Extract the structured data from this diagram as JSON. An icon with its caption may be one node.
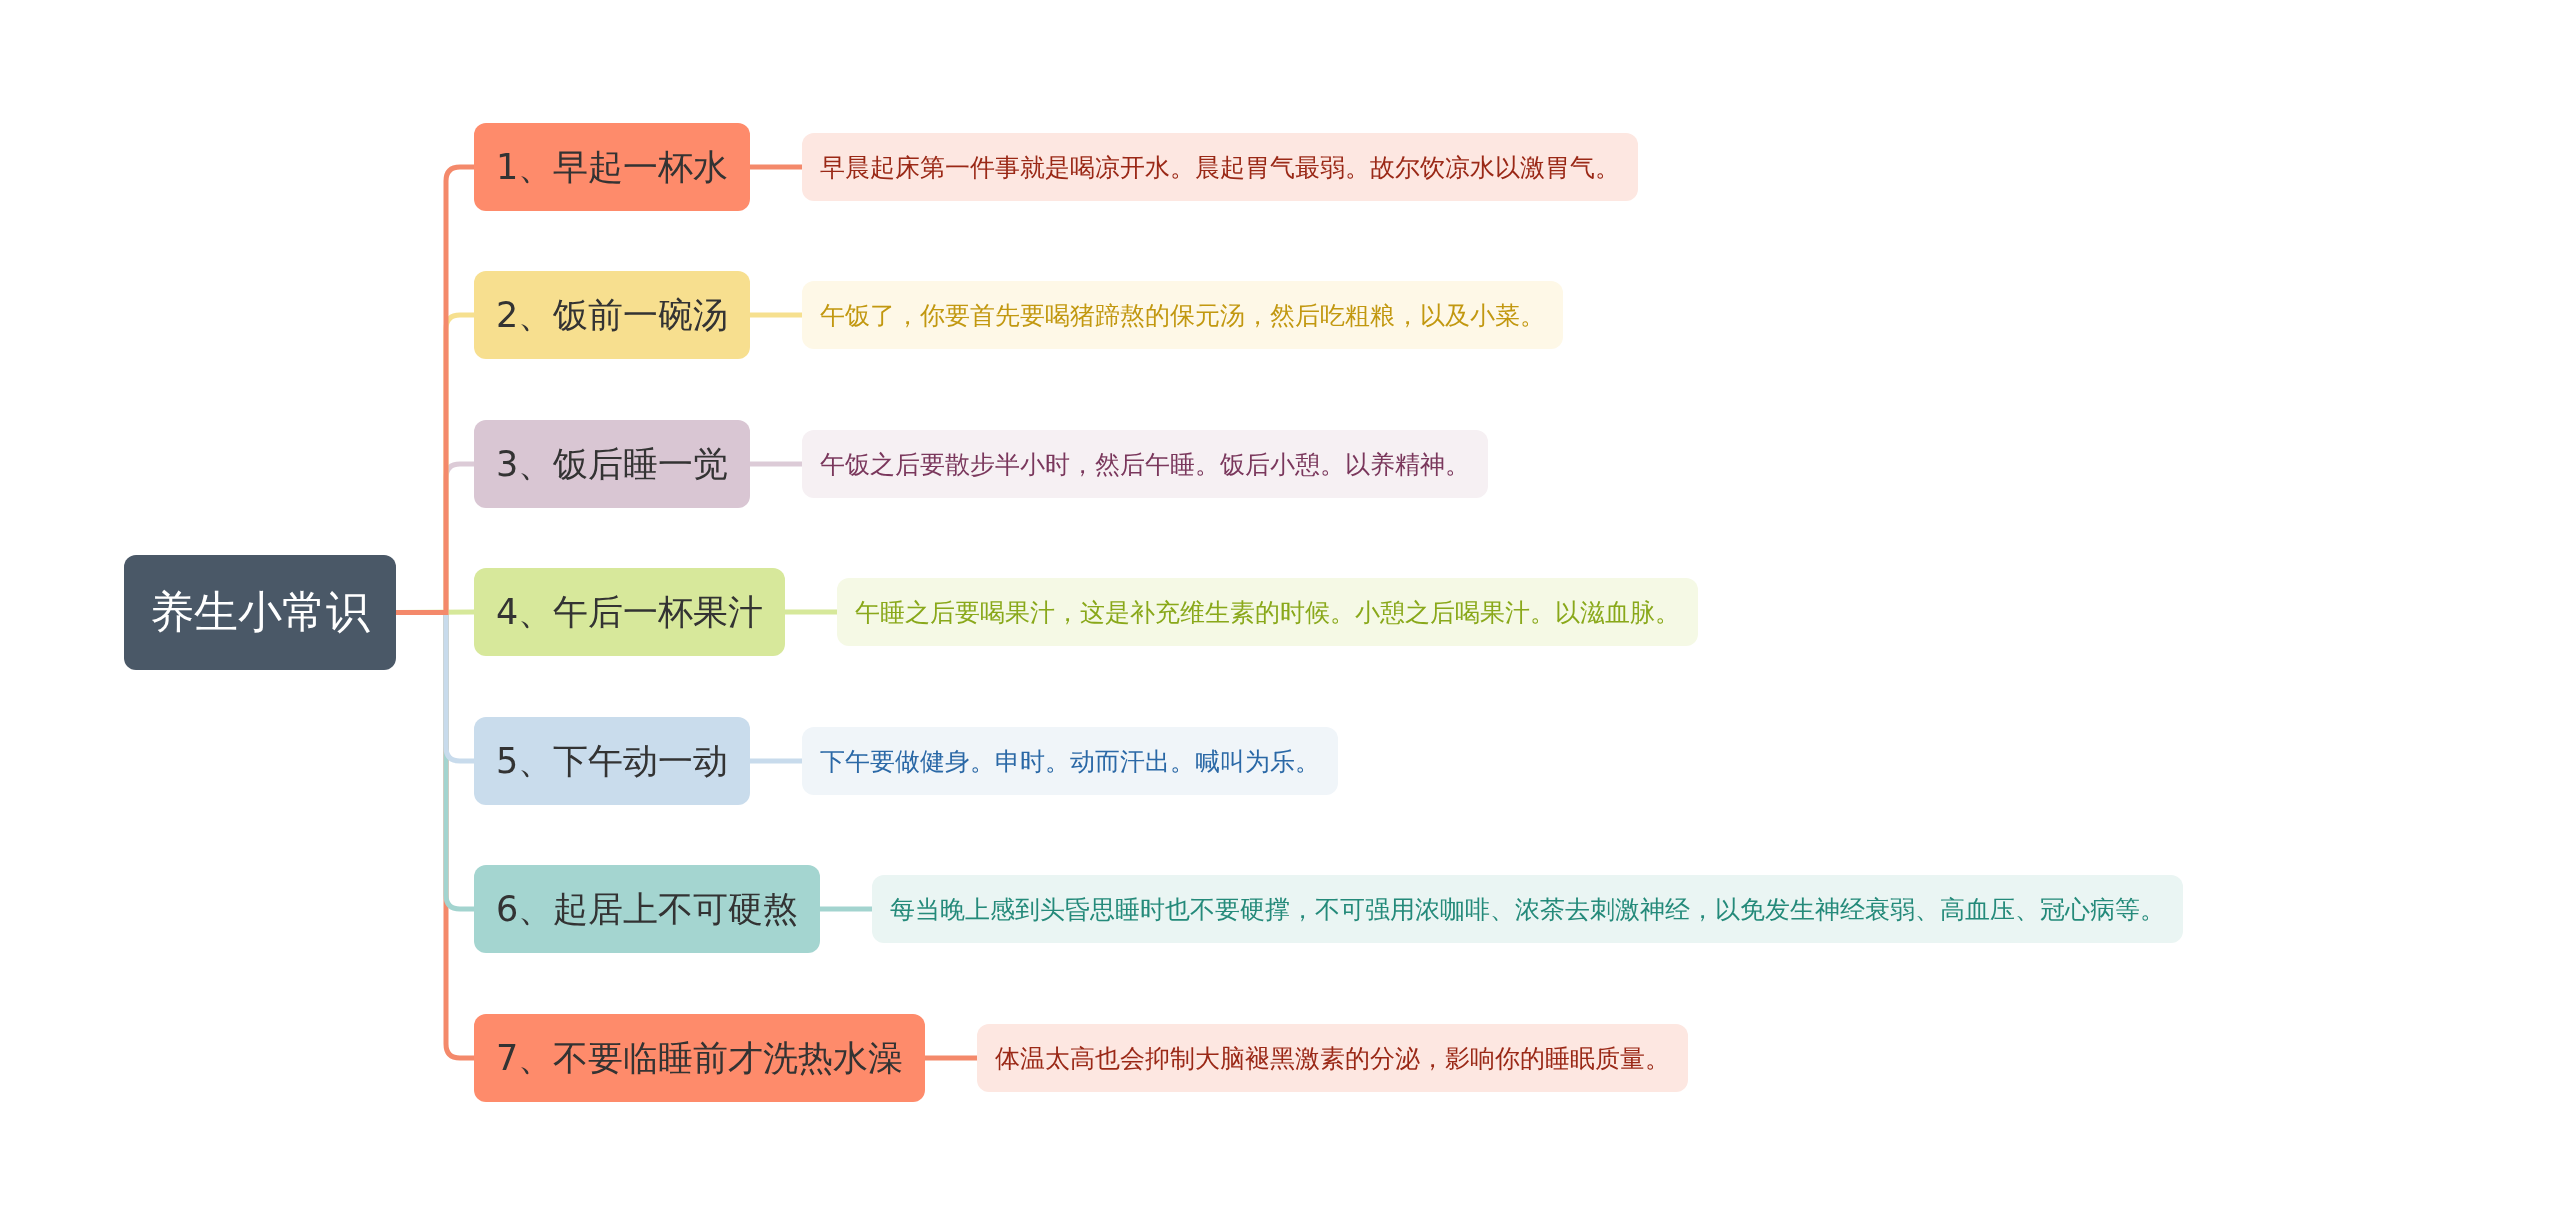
{
  "diagram": {
    "nodes": [
      {
        "text": [
          "养生小常识"
        ]
      },
      {
        "text": [
          "1、早起一杯水"
        ]
      },
      {
        "text": [
          "早晨起床第一件事就是喝凉开水。晨起胃气最弱。故尔饮凉水以激胃气。"
        ]
      },
      {
        "text": [
          "2、饭前一碗汤"
        ]
      },
      {
        "text": [
          "午饭了，你要首先要喝猪蹄熬的保元汤，然后吃粗粮，以及小菜。"
        ]
      },
      {
        "text": [
          "3、饭后睡一觉"
        ]
      },
      {
        "text": [
          "午饭之后要散步半小时，然后午睡。饭后小憩。以养精神。"
        ]
      },
      {
        "text": [
          "4、午后一杯果汁"
        ]
      },
      {
        "text": [
          "午睡之后要喝果汁，这是补充维生素的时候。小憩之后喝果汁。以滋血脉。"
        ]
      },
      {
        "text": [
          "5、下午动一动"
        ]
      },
      {
        "text": [
          "下午要做健身。申时。动而汗出。喊叫为乐。"
        ]
      },
      {
        "text": [
          "6、起居上不可硬熬"
        ]
      },
      {
        "text": [
          "每当晚上感到头昏思睡时也不要硬撑，不可强用浓咖啡、浓茶去刺激神经，以免发生神经衰弱、高血压、冠心病等。"
        ]
      },
      {
        "text": [
          "7、不要临睡前才洗热水澡"
        ]
      },
      {
        "text": [
          "体温太高也会抑制大脑褪黑激素的分泌，影响你的睡眠质量。"
        ]
      }
    ],
    "edges": [
      {
        "from": 0,
        "to": 1,
        "arrow": "none",
        "color": "#f4896b"
      },
      {
        "from": 0,
        "to": 3,
        "arrow": "none",
        "color": "#f6e08f"
      },
      {
        "from": 0,
        "to": 5,
        "arrow": "none",
        "color": "#dccbd7"
      },
      {
        "from": 0,
        "to": 7,
        "arrow": "none",
        "color": "#d6e89a"
      },
      {
        "from": 0,
        "to": 9,
        "arrow": "none",
        "color": "#c8dbec"
      },
      {
        "from": 0,
        "to": 11,
        "arrow": "none",
        "color": "#a3d4cf"
      },
      {
        "from": 0,
        "to": 13,
        "arrow": "none",
        "color": "#f4896b"
      },
      {
        "from": 1,
        "to": 2,
        "arrow": "none",
        "color": "#f4896b"
      },
      {
        "from": 3,
        "to": 4,
        "arrow": "none",
        "color": "#f6e08f"
      },
      {
        "from": 5,
        "to": 6,
        "arrow": "none",
        "color": "#dccbd7"
      },
      {
        "from": 7,
        "to": 8,
        "arrow": "none",
        "color": "#d6e89a"
      },
      {
        "from": 9,
        "to": 10,
        "arrow": "none",
        "color": "#c8dbec"
      },
      {
        "from": 11,
        "to": 12,
        "arrow": "none",
        "color": "#a3d4cf"
      },
      {
        "from": 13,
        "to": 14,
        "arrow": "none",
        "color": "#f4896b"
      }
    ]
  }
}
